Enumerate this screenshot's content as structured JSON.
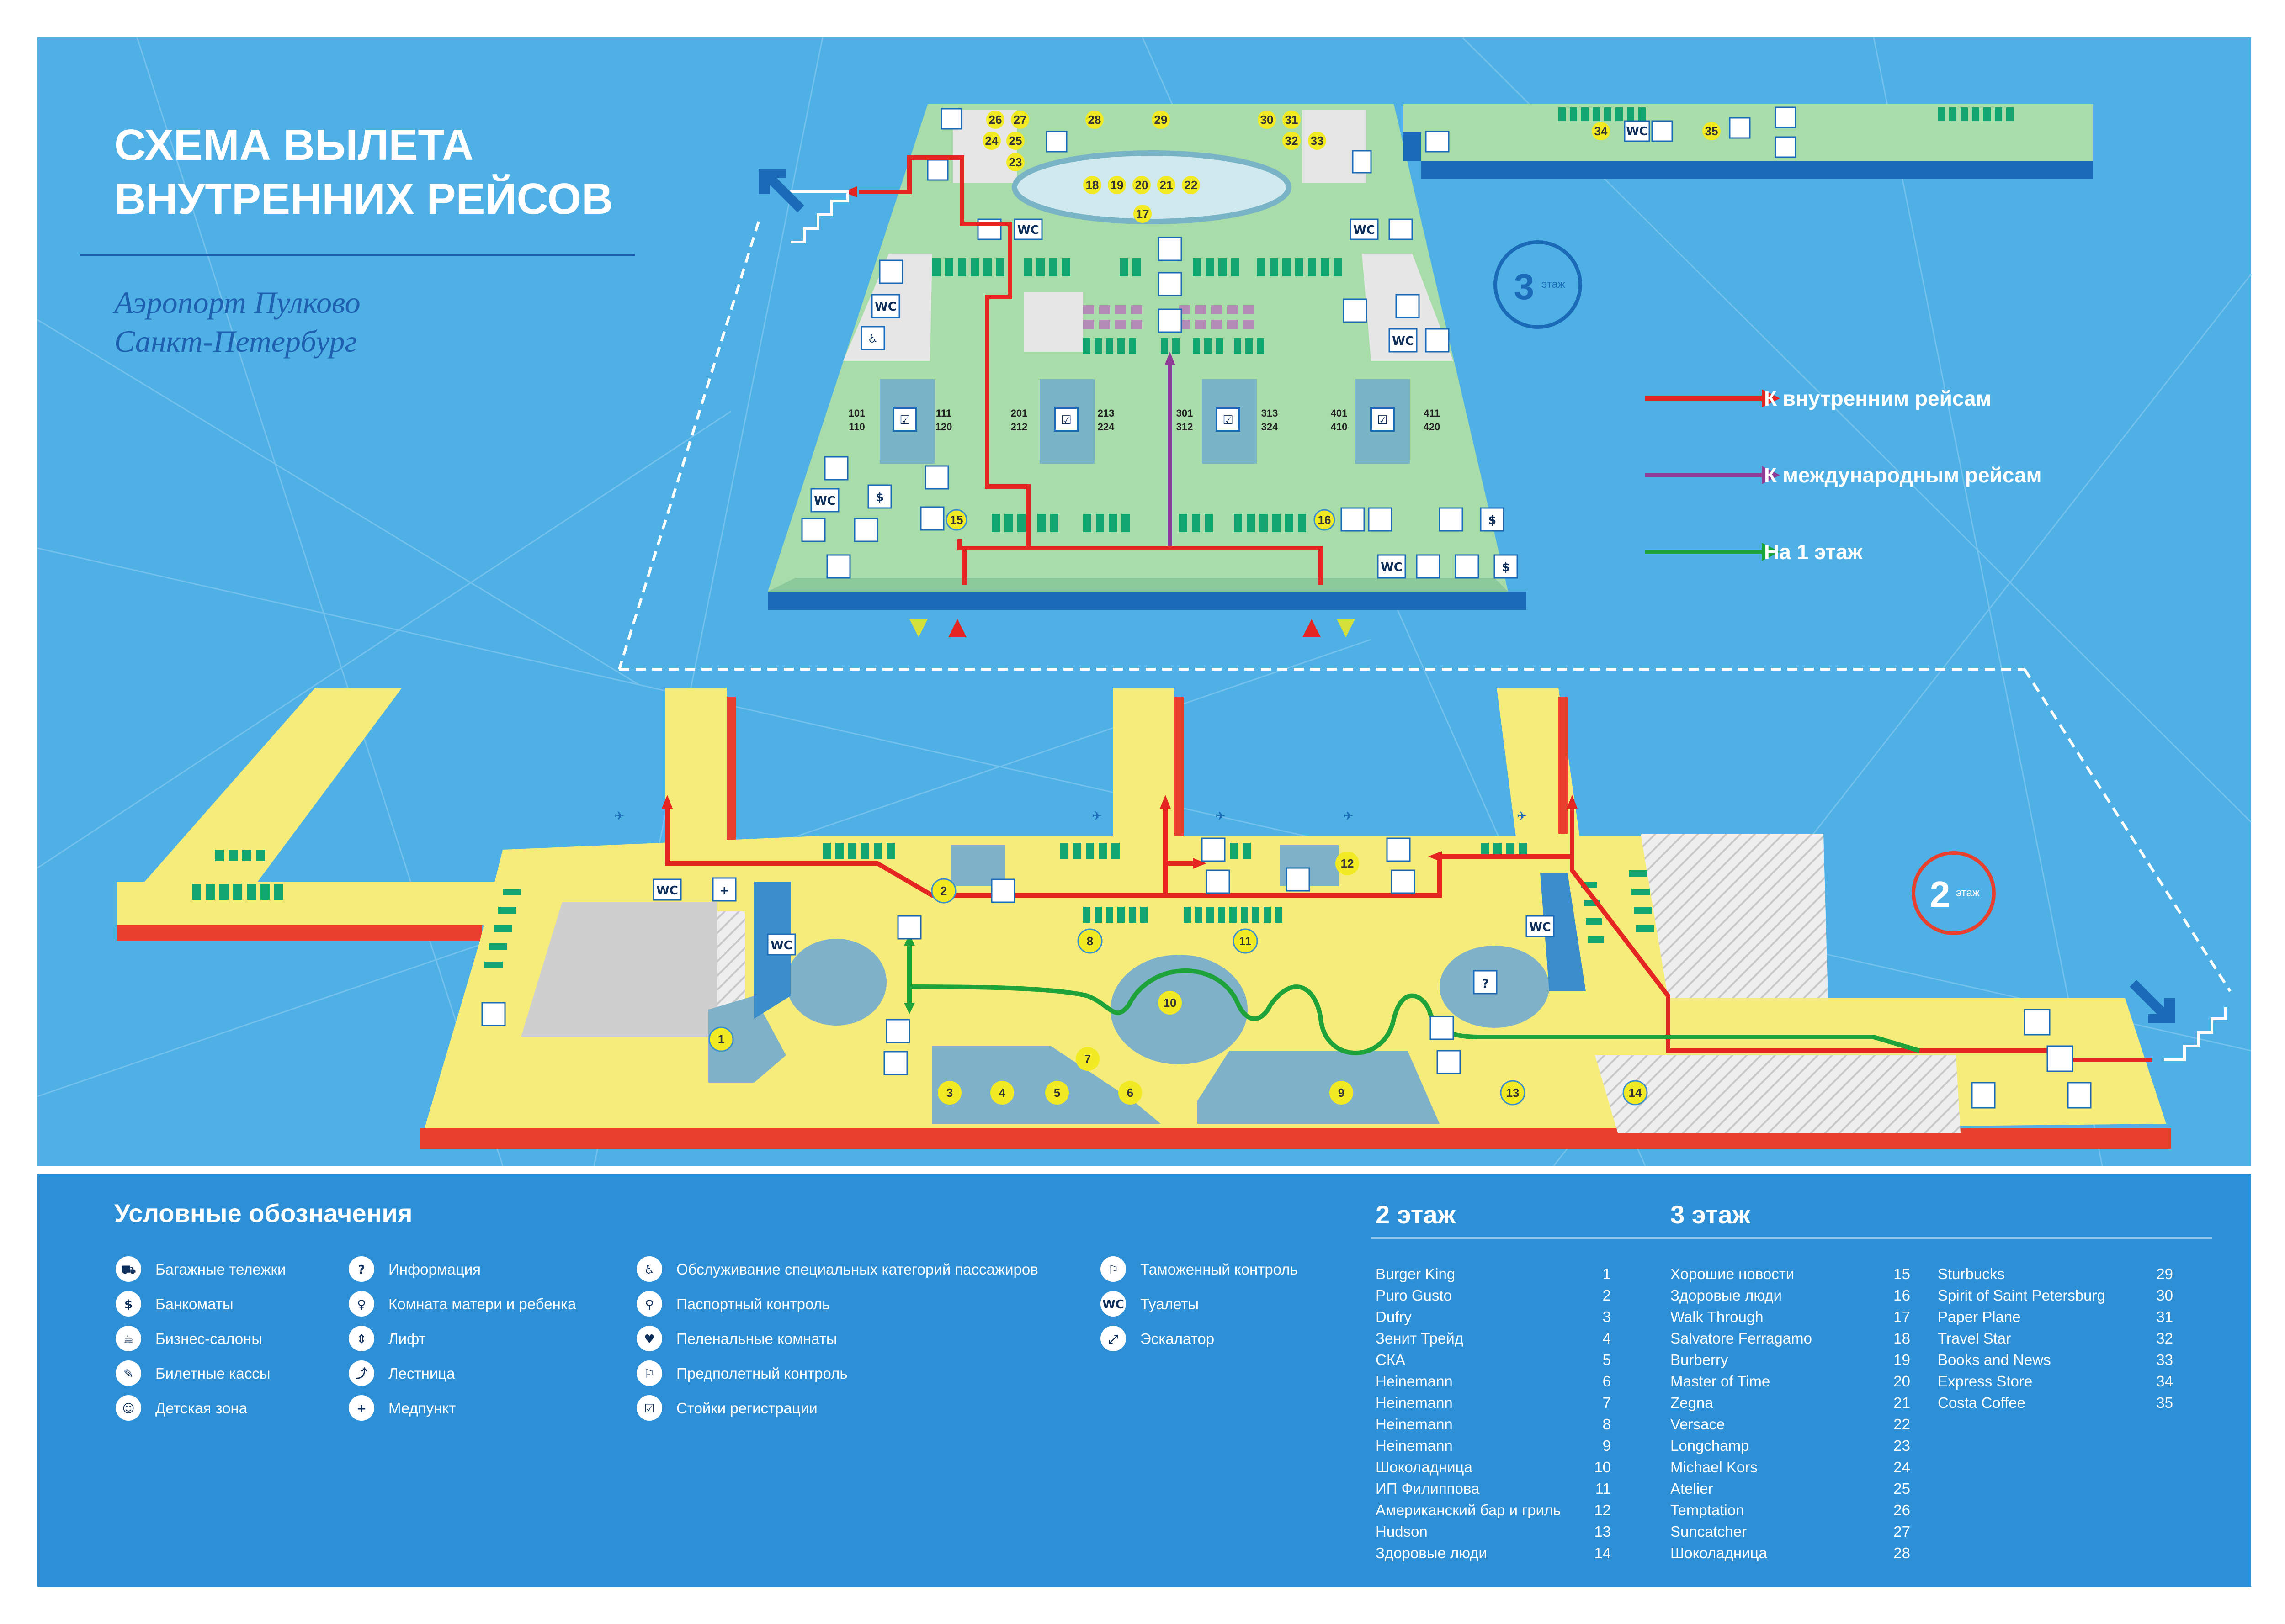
{
  "title": {
    "line1": "СХЕМА ВЫЛЕТА",
    "line2": "ВНУТРЕННИХ РЕЙСОВ"
  },
  "airport": {
    "name": "Аэропорт Пулково",
    "city": "Санкт-Петербург"
  },
  "floors": {
    "floor3": {
      "number": "3",
      "label": "этаж"
    },
    "floor2": {
      "number": "2",
      "label": "этаж"
    }
  },
  "routes_legend": [
    {
      "label": "К внутренним рейсам",
      "color": "#e52521"
    },
    {
      "label": "К международным рейсам",
      "color": "#8e3c96"
    },
    {
      "label": "На 1 этаж",
      "color": "#1ea23a"
    }
  ],
  "checkin_rows": [
    {
      "top": "101",
      "bottom": "110",
      "top2": "111",
      "bottom2": "120"
    },
    {
      "top": "201",
      "bottom": "212",
      "top2": "213",
      "bottom2": "224"
    },
    {
      "top": "301",
      "bottom": "312",
      "top2": "313",
      "bottom2": "324"
    },
    {
      "top": "401",
      "bottom": "410",
      "top2": "411",
      "bottom2": "420"
    }
  ],
  "legend": {
    "heading": "Условные обозначения",
    "columns": [
      [
        {
          "icon": "luggage-cart-icon",
          "glyph": "⛟",
          "label": "Багажные тележки"
        },
        {
          "icon": "atm-icon",
          "glyph": "$",
          "label": "Банкоматы"
        },
        {
          "icon": "business-lounge-icon",
          "glyph": "☕",
          "label": "Бизнес-салоны"
        },
        {
          "icon": "ticket-office-icon",
          "glyph": "✎",
          "label": "Билетные кассы"
        },
        {
          "icon": "kids-zone-icon",
          "glyph": "☺",
          "label": "Детская зона"
        }
      ],
      [
        {
          "icon": "information-icon",
          "glyph": "?",
          "label": "Информация"
        },
        {
          "icon": "mother-child-room-icon",
          "glyph": "♀",
          "label": "Комната матери и ребенка"
        },
        {
          "icon": "elevator-icon",
          "glyph": "⇕",
          "label": "Лифт"
        },
        {
          "icon": "stairs-icon",
          "glyph": "⤴",
          "label": "Лестница"
        },
        {
          "icon": "medical-icon",
          "glyph": "+",
          "label": "Медпункт"
        }
      ],
      [
        {
          "icon": "special-assistance-icon",
          "glyph": "♿",
          "label": "Обслуживание специальных категорий пассажиров"
        },
        {
          "icon": "passport-control-icon",
          "glyph": "⚲",
          "label": "Паспортный контроль"
        },
        {
          "icon": "baby-changing-icon",
          "glyph": "♥",
          "label": "Пеленальные комнаты"
        },
        {
          "icon": "security-check-icon",
          "glyph": "⚐",
          "label": "Предполетный контроль"
        },
        {
          "icon": "checkin-desk-icon",
          "glyph": "☑",
          "label": "Стойки регистрации"
        }
      ],
      [
        {
          "icon": "customs-control-icon",
          "glyph": "⚐",
          "label": "Таможенный контроль"
        },
        {
          "icon": "toilet-icon",
          "glyph": "WC",
          "label": "Туалеты"
        },
        {
          "icon": "escalator-icon",
          "glyph": "⤢",
          "label": "Эскалатор"
        }
      ]
    ]
  },
  "floor2_list": {
    "heading": "2 этаж",
    "items": [
      {
        "name": "Burger King",
        "num": "1"
      },
      {
        "name": "Puro Gusto",
        "num": "2"
      },
      {
        "name": "Dufry",
        "num": "3"
      },
      {
        "name": "Зенит Трейд",
        "num": "4"
      },
      {
        "name": "СКА",
        "num": "5"
      },
      {
        "name": "Heinemann",
        "num": "6"
      },
      {
        "name": "Heinemann",
        "num": "7"
      },
      {
        "name": "Heinemann",
        "num": "8"
      },
      {
        "name": "Heinemann",
        "num": "9"
      },
      {
        "name": "Шоколадница",
        "num": "10"
      },
      {
        "name": "ИП Филиппова",
        "num": "11"
      },
      {
        "name": "Американский бар и гриль",
        "num": "12"
      },
      {
        "name": "Hudson",
        "num": "13"
      },
      {
        "name": "Здоровые люди",
        "num": "14"
      }
    ]
  },
  "floor3_list": {
    "heading": "3 этаж",
    "items": [
      {
        "name": "Хорошие новости",
        "num": "15"
      },
      {
        "name": "Здоровые люди",
        "num": "16"
      },
      {
        "name": "Walk Through",
        "num": "17"
      },
      {
        "name": "Salvatore Ferragamo",
        "num": "18"
      },
      {
        "name": "Burberry",
        "num": "19"
      },
      {
        "name": "Master of Time",
        "num": "20"
      },
      {
        "name": "Zegna",
        "num": "21"
      },
      {
        "name": "Versace",
        "num": "22"
      },
      {
        "name": "Longchamp",
        "num": "23"
      },
      {
        "name": "Michael Kors",
        "num": "24"
      },
      {
        "name": "Atelier",
        "num": "25"
      },
      {
        "name": "Temptation",
        "num": "26"
      },
      {
        "name": "Suncatcher",
        "num": "27"
      },
      {
        "name": "Шоколадница",
        "num": "28"
      },
      {
        "name": "Sturbucks",
        "num": "29"
      },
      {
        "name": "Spirit of Saint Petersburg",
        "num": "30"
      },
      {
        "name": "Paper Plane",
        "num": "31"
      },
      {
        "name": "Travel Star",
        "num": "32"
      },
      {
        "name": "Books and News",
        "num": "33"
      },
      {
        "name": "Express Store",
        "num": "34"
      },
      {
        "name": "Costa Coffee",
        "num": "35"
      }
    ]
  },
  "markers3": [
    "15",
    "16",
    "17",
    "18",
    "19",
    "20",
    "21",
    "22",
    "23",
    "24",
    "25",
    "26",
    "27",
    "28",
    "29",
    "30",
    "31",
    "32",
    "33",
    "34",
    "35"
  ],
  "markers2": [
    "1",
    "2",
    "3",
    "4",
    "5",
    "6",
    "7",
    "8",
    "9",
    "10",
    "11",
    "12",
    "13",
    "14"
  ],
  "colors": {
    "background": "#4fb0e6",
    "bottom_panel": "#2d8fd5",
    "floor3_fill": "#a8dca8",
    "floor3_edge": "#1a6ab8",
    "floor2_fill": "#f5ec7a",
    "floor2_edge": "#e8402e",
    "zone_blue": "#7fb1c8",
    "marker": "#f2ea23"
  }
}
